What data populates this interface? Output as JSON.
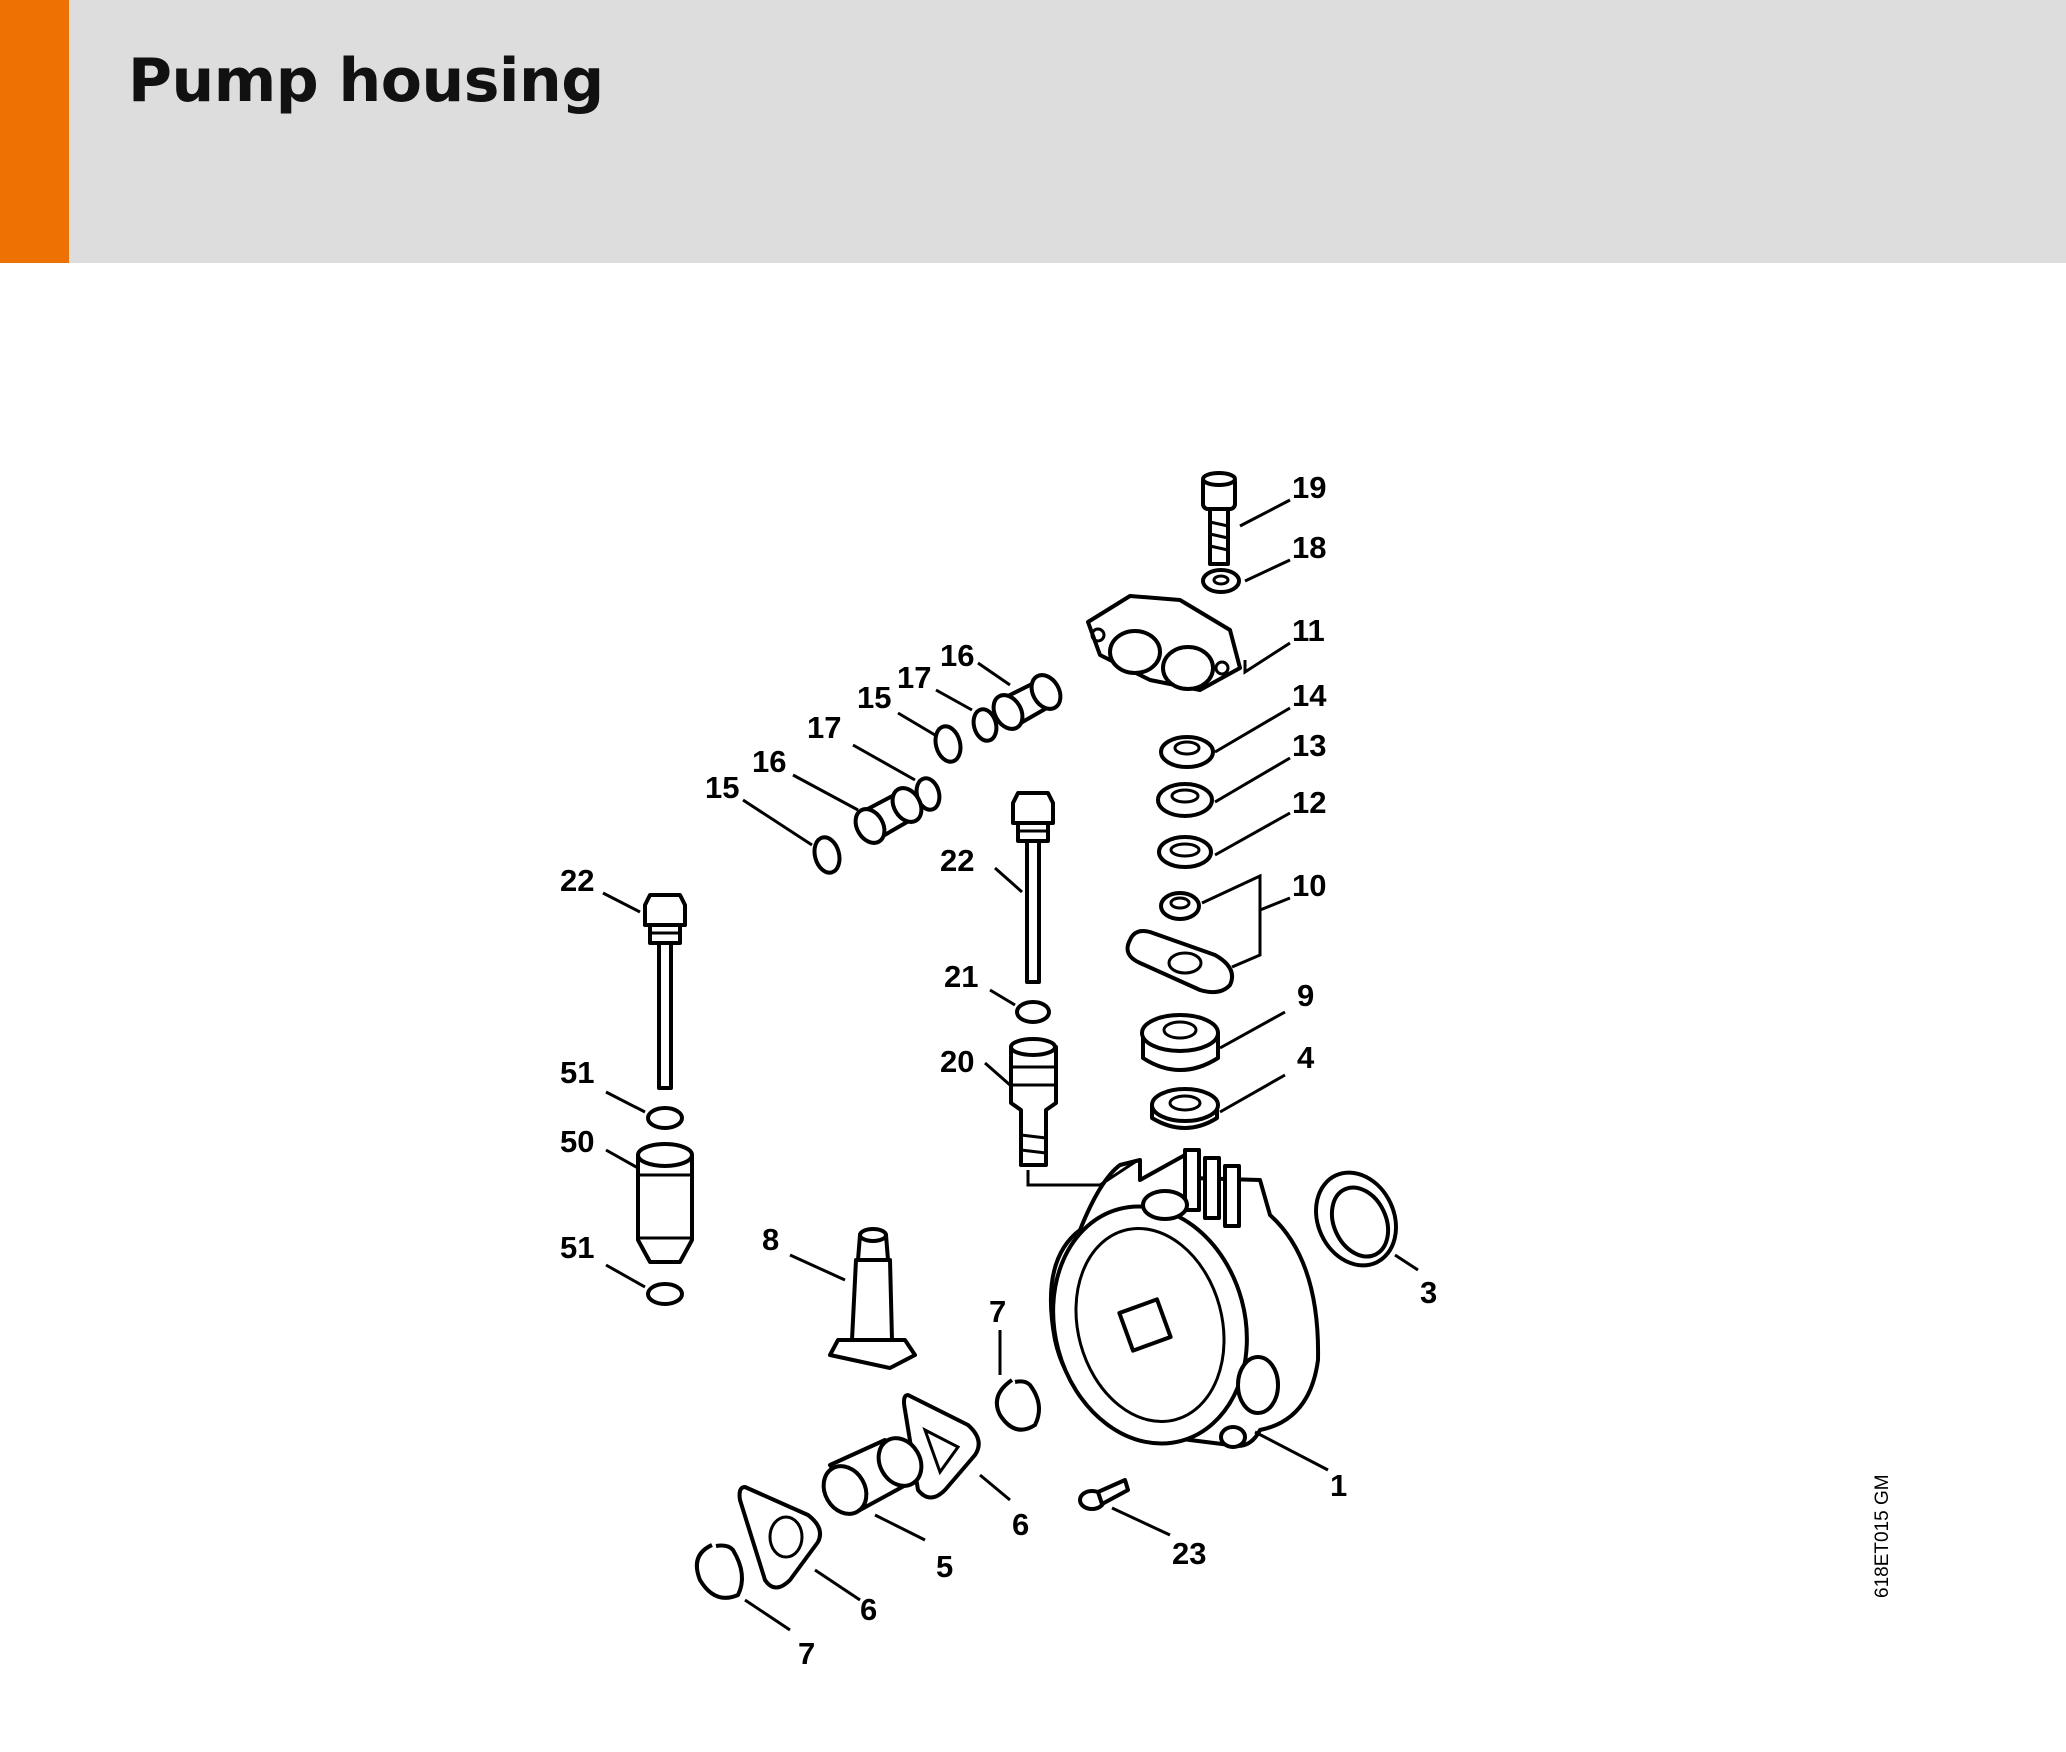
{
  "page": {
    "title": "Pump housing",
    "accent_color": "#ee7203",
    "header_color": "#dcdddc"
  },
  "diagram": {
    "drawing_code": "618ET015 GM",
    "callouts": [
      {
        "id": "c19",
        "label": "19"
      },
      {
        "id": "c18",
        "label": "18"
      },
      {
        "id": "c11",
        "label": "11"
      },
      {
        "id": "c14",
        "label": "14"
      },
      {
        "id": "c13",
        "label": "13"
      },
      {
        "id": "c12",
        "label": "12"
      },
      {
        "id": "c10",
        "label": "10"
      },
      {
        "id": "c9",
        "label": "9"
      },
      {
        "id": "c4",
        "label": "4"
      },
      {
        "id": "c3",
        "label": "3"
      },
      {
        "id": "c1",
        "label": "1"
      },
      {
        "id": "c23",
        "label": "23"
      },
      {
        "id": "c6a",
        "label": "6"
      },
      {
        "id": "c5",
        "label": "5"
      },
      {
        "id": "c6b",
        "label": "6"
      },
      {
        "id": "c7a",
        "label": "7"
      },
      {
        "id": "c7b",
        "label": "7"
      },
      {
        "id": "c8",
        "label": "8"
      },
      {
        "id": "c20",
        "label": "20"
      },
      {
        "id": "c21",
        "label": "21"
      },
      {
        "id": "c22a",
        "label": "22"
      },
      {
        "id": "c22b",
        "label": "22"
      },
      {
        "id": "c51a",
        "label": "51"
      },
      {
        "id": "c50",
        "label": "50"
      },
      {
        "id": "c51b",
        "label": "51"
      },
      {
        "id": "c16a",
        "label": "16"
      },
      {
        "id": "c17a",
        "label": "17"
      },
      {
        "id": "c15a",
        "label": "15"
      },
      {
        "id": "c17b",
        "label": "17"
      },
      {
        "id": "c16b",
        "label": "16"
      },
      {
        "id": "c15b",
        "label": "15"
      }
    ]
  }
}
